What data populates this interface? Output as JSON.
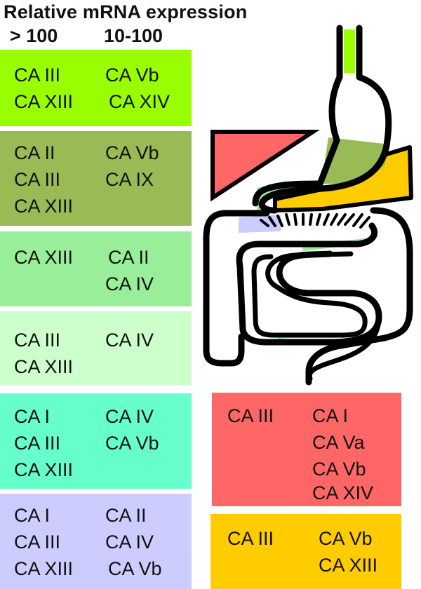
{
  "header": {
    "title": "Relative mRNA expression",
    "col_high": "> 100",
    "col_mid": "10-100"
  },
  "colors": {
    "box1": "#99ff00",
    "box2": "#99bb55",
    "box3": "#99ee99",
    "box4": "#ccffcc",
    "box5": "#66ffcc",
    "box6": "#ccccff",
    "liver": "#ff6666",
    "pancreas": "#ffcc00",
    "outline": "#000000"
  },
  "boxes": {
    "b1": {
      "high": [
        "CA III",
        "CA XIII"
      ],
      "mid": [
        "CA Vb",
        "CA XIV"
      ]
    },
    "b2": {
      "high": [
        "CA II",
        "CA III",
        "CA XIII"
      ],
      "mid": [
        "CA Vb",
        "CA IX"
      ]
    },
    "b3": {
      "high": [
        "CA XIII"
      ],
      "mid": [
        "CA II",
        "CA IV"
      ]
    },
    "b4": {
      "high": [
        "CA III",
        "CA XIII"
      ],
      "mid": [
        "CA IV"
      ]
    },
    "b5": {
      "high": [
        "CA I",
        "CA III",
        "CA XIII"
      ],
      "mid": [
        "CA IV",
        "CA Vb"
      ]
    },
    "b6": {
      "high": [
        "CA I",
        "CA III",
        "CA XIII"
      ],
      "mid": [
        "CA II",
        "CA IV",
        "CA Vb"
      ]
    },
    "liver": {
      "high": [
        "CA III"
      ],
      "mid": [
        "CA I",
        "CA Va",
        "CA Vb",
        "CA XIV"
      ]
    },
    "pancreas": {
      "high": [
        "CA III"
      ],
      "mid": [
        "CA Vb",
        "CA XIII"
      ]
    }
  }
}
